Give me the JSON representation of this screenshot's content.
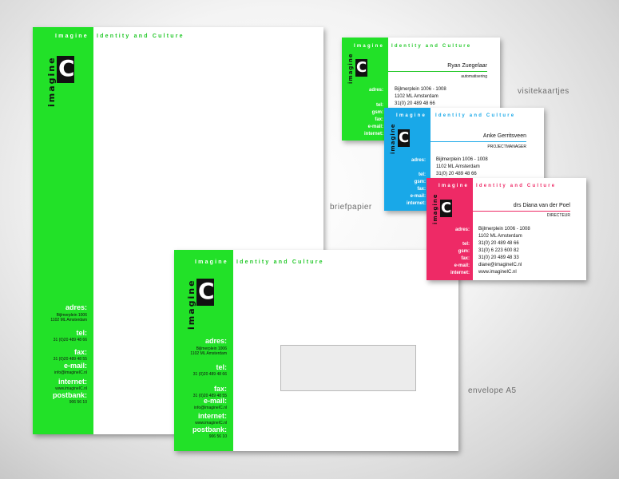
{
  "brand": {
    "logo_word": "imagine",
    "logo_letter": "C",
    "tagline_left": "Imagine",
    "tagline_right": "Identity and Culture"
  },
  "captions": {
    "letterhead": "briefpapier",
    "cards": "visitekaartjes",
    "envelope": "envelope A5"
  },
  "letterhead": {
    "adres_label": "adres:",
    "adres_line1": "Bijlmerplein 1006",
    "adres_line2": "1102 ML Amsterdam",
    "tel_label": "tel:",
    "tel_value": "31 (0)20 489 48 66",
    "fax_label": "fax:",
    "fax_value": "31 (0)20 489 48 55",
    "email_label": "e-mail:",
    "email_value": "info@imagineIC.nl",
    "internet_label": "internet:",
    "internet_value": "www.imagineIC.nl",
    "postbank_label": "postbank:",
    "postbank_value": "906 56 10"
  },
  "envelope": {
    "adres_label": "adres:",
    "adres_line1": "Bijlmerplein 1006",
    "adres_line2": "1102 ML Amsterdam",
    "tel_label": "tel:",
    "tel_value": "31 (0)20 489 48 66",
    "fax_label": "fax:",
    "fax_value": "31 (0)20 489 48 55",
    "email_label": "e-mail:",
    "email_value": "info@imagineIC.nl",
    "internet_label": "internet:",
    "internet_value": "www.imagineIC.nl",
    "postbank_label": "postbank:",
    "postbank_value": "906 56 10"
  },
  "card_green": {
    "name": "Ryan Zuegelaar",
    "role": "automatisering",
    "labels": [
      "adres:",
      "tel:",
      "gsm:",
      "fax:",
      "e-mail:",
      "internet:"
    ],
    "address1": "Bijlmerplein 1006 - 1008",
    "address2": "1102 ML Amsterdam",
    "tel": "31(0) 20 489 48 66"
  },
  "card_blue": {
    "name": "Anke Gerritsveen",
    "role": "PROJECTMANAGER",
    "labels": [
      "adres:",
      "tel:",
      "gsm:",
      "fax:",
      "e-mail:",
      "internet:"
    ],
    "address1": "Bijlmerplein 1006 - 1008",
    "address2": "1102 ML Amsterdam",
    "tel": "31(0) 20 489 48 66"
  },
  "card_pink": {
    "name": "drs Diana van der Poel",
    "role": "DIRECTEUR",
    "labels": [
      "adres:",
      "tel:",
      "gsm:",
      "fax:",
      "e-mail:",
      "internet:"
    ],
    "address1": "Bijlmerplein 1006 - 1008",
    "address2": "1102 ML Amsterdam",
    "tel": "31(0) 20 489 48 66",
    "gsm": "31(0) 6 223 600 82",
    "fax": "31(0) 20 489 48 33",
    "email": "diane@imagineIC.nl",
    "internet": "www.imagineIC.nl"
  },
  "colors": {
    "green": "#22e128",
    "blue": "#19a8e8",
    "pink": "#ee2a66"
  }
}
